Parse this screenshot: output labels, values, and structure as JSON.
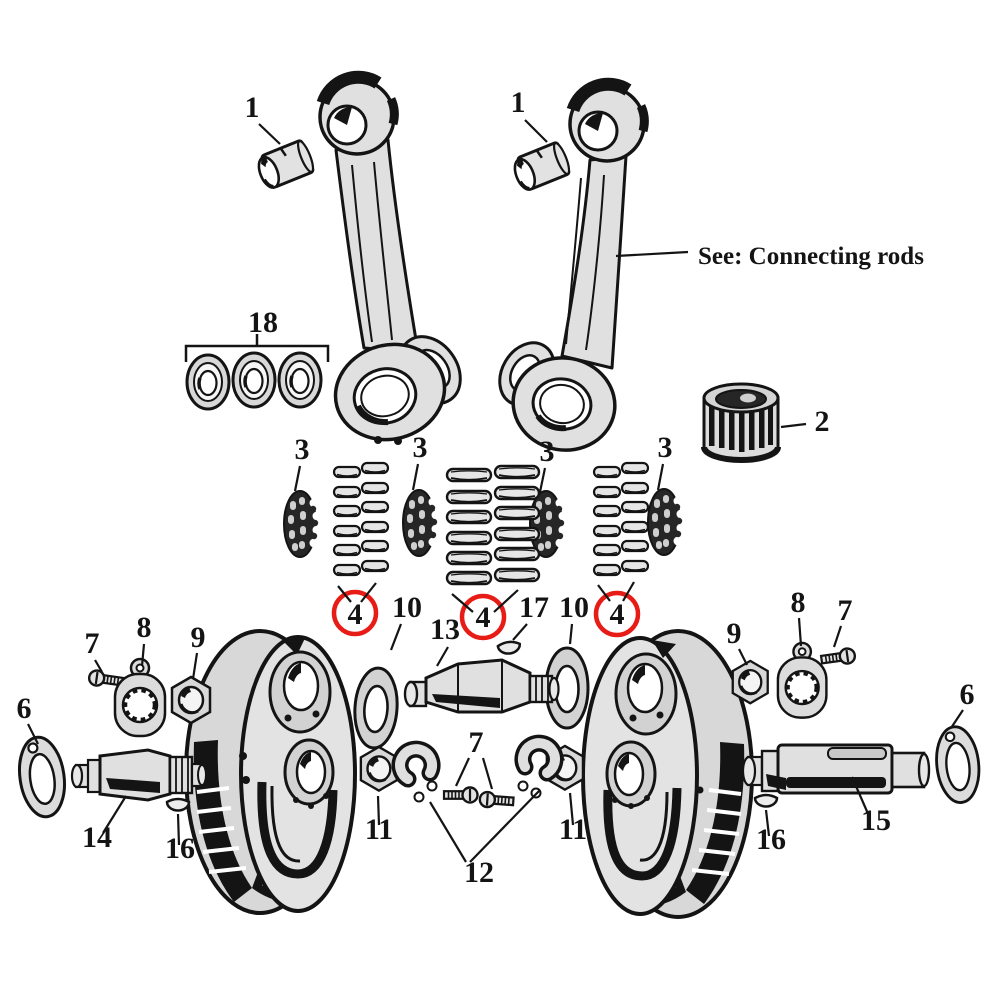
{
  "colors": {
    "highlight_circle": "#e81c16",
    "ink": "#141414",
    "paper": "#ffffff"
  },
  "note": {
    "text": "See: Connecting rods"
  },
  "callouts": {
    "bushing_left": "1",
    "bushing_right": "1",
    "retainer_bearing": "2",
    "cage_1": "3",
    "cage_2": "3",
    "cage_3": "3",
    "cage_4": "3",
    "rollers_left": "4",
    "rollers_center": "4",
    "rollers_right": "4",
    "tab_washer_left": "6",
    "tab_washer_right": "6",
    "screw_left": "7",
    "screws_center": "7",
    "screw_right": "7",
    "lock_plate_left": "8",
    "lock_plate_right": "8",
    "nut_left": "9",
    "nut_right": "9",
    "thrust_washer_left": "10",
    "thrust_washer_right": "10",
    "crankpin_nut_left": "11",
    "crankpin_nut_right": "11",
    "lock_tab_pair": "12",
    "crank_pin": "13",
    "sprocket_shaft": "14",
    "pinion_shaft": "15",
    "key_sprocket": "16",
    "key_pinion": "16",
    "key_pin": "17",
    "washer_set": "18"
  }
}
